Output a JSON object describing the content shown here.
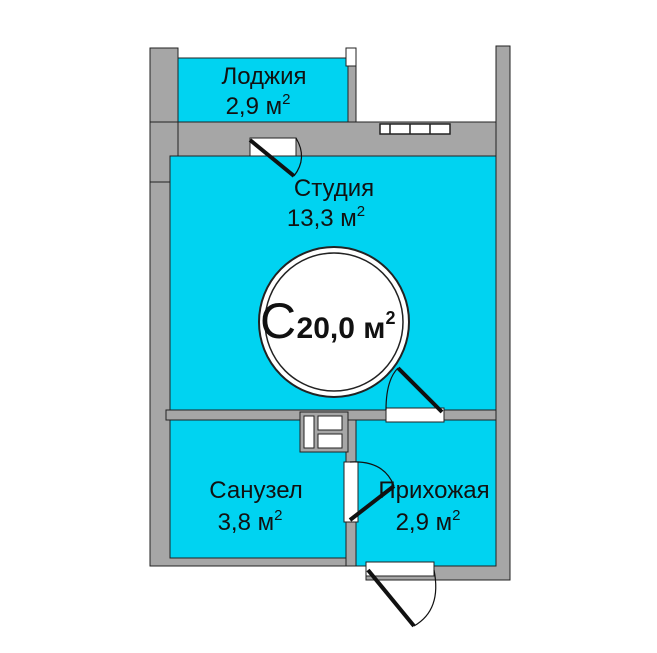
{
  "colors": {
    "wall": "#a6a6a6",
    "room": "#00d3f1",
    "outline": "#222222",
    "background": "#ffffff"
  },
  "rooms": {
    "loggia": {
      "name": "Лоджия",
      "area": "2,9 м",
      "unit_power": "2"
    },
    "studio": {
      "name": "Студия",
      "area": "13,3 м",
      "unit_power": "2"
    },
    "bathroom": {
      "name": "Санузел",
      "area": "3,8 м",
      "unit_power": "2"
    },
    "hallway": {
      "name": "Прихожая",
      "area": "2,9 м",
      "unit_power": "2"
    }
  },
  "badge": {
    "letter": "С",
    "total_area": "20,0 м",
    "unit_power": "2"
  }
}
